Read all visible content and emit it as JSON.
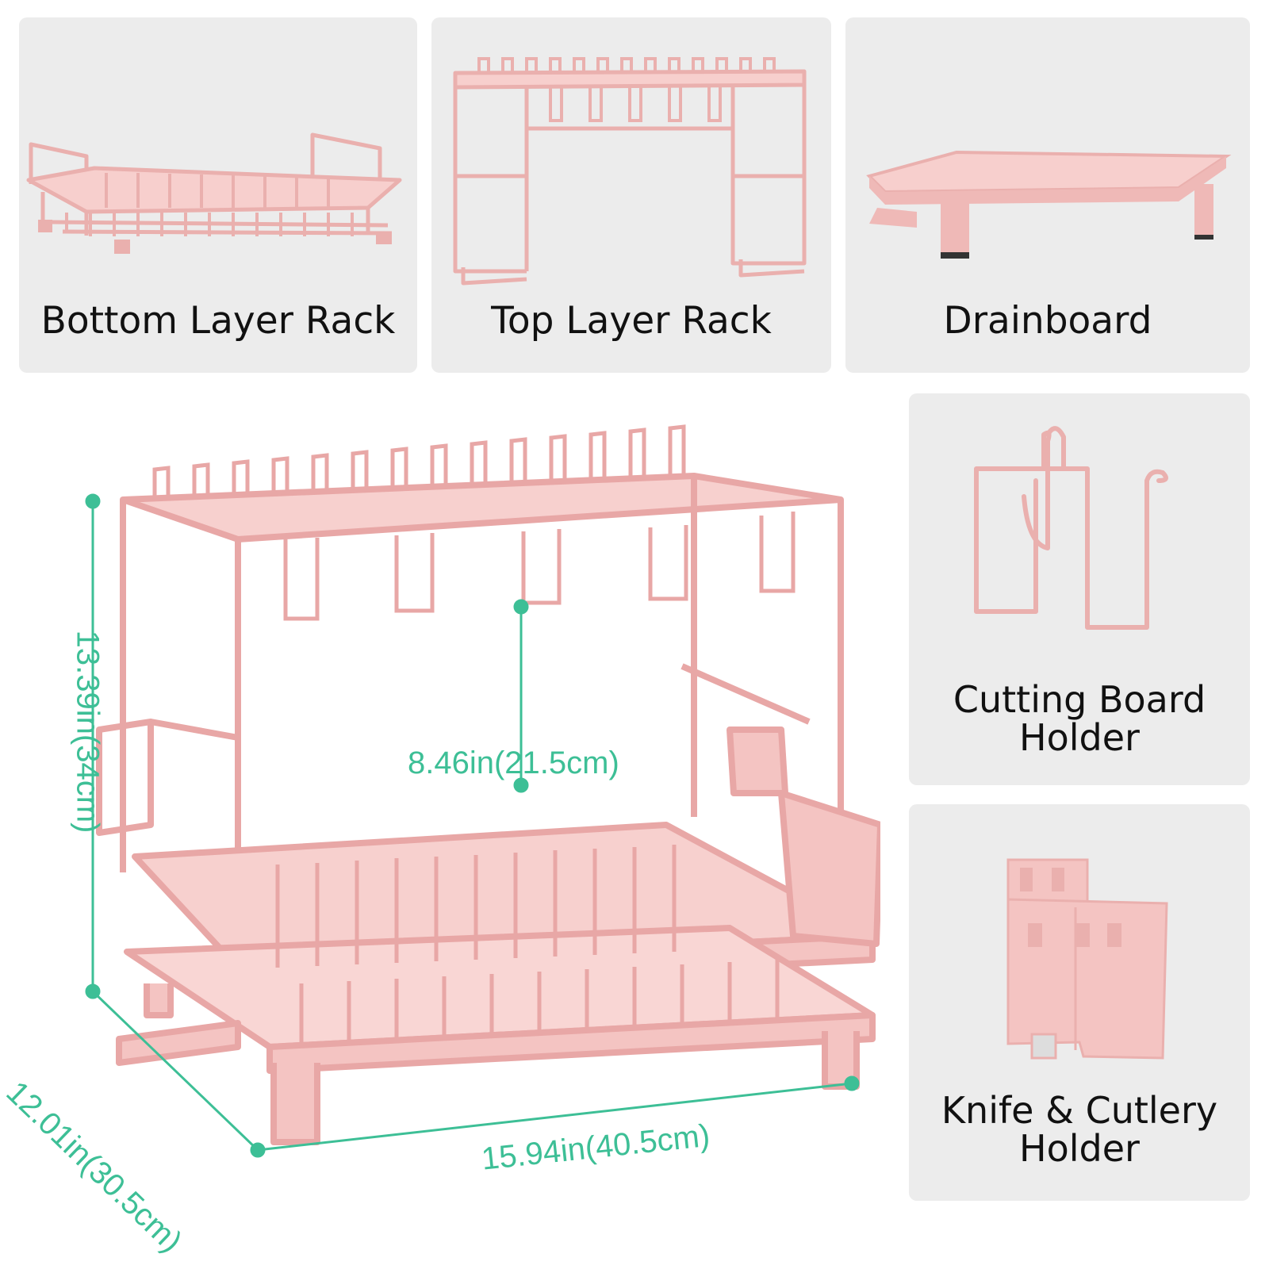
{
  "panels": {
    "bottom_layer_rack": {
      "caption": "Bottom Layer Rack",
      "icon": "bottom-rack-icon"
    },
    "top_layer_rack": {
      "caption": "Top Layer Rack",
      "icon": "top-rack-icon"
    },
    "drainboard": {
      "caption": "Drainboard",
      "icon": "drainboard-icon"
    },
    "cutting_board_holder": {
      "caption_line1": "Cutting Board",
      "caption_line2": "Holder",
      "icon": "cutting-board-holder-icon"
    },
    "knife_cutlery_holder": {
      "caption_line1": "Knife & Cutlery",
      "caption_line2": "Holder",
      "icon": "knife-cutlery-holder-icon"
    }
  },
  "dimensions": {
    "height": "13.39in(34cm)",
    "inner_height": "8.46in(21.5cm)",
    "depth": "12.01in(30.5cm)",
    "width": "15.94in(40.5cm)"
  },
  "colors": {
    "panel_bg": "#ececec",
    "rack_pink": "#f4c4c2",
    "rack_stroke": "#e8a7a6",
    "dimension_green": "#3dbf96"
  }
}
